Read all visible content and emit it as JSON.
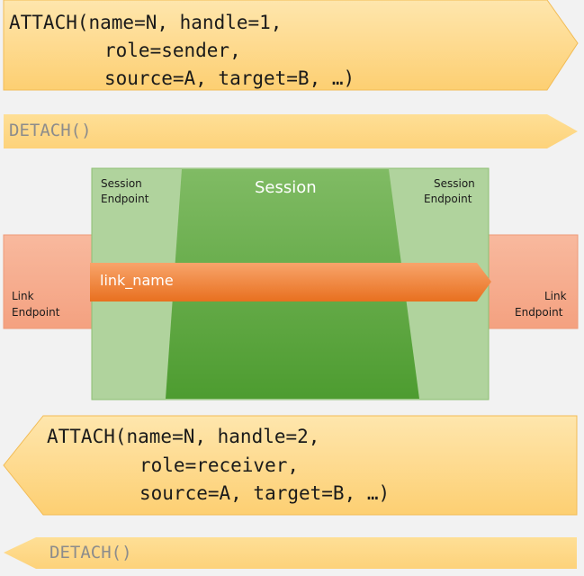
{
  "attach_sender": {
    "line1": "ATTACH(name=N, handle=1,",
    "line2": "role=sender,",
    "line3": "source=A, target=B, …)"
  },
  "detach_top": "DETACH()",
  "session": {
    "title": "Session",
    "endpoint_left": [
      "Session",
      "Endpoint"
    ],
    "endpoint_right": [
      "Session",
      "Endpoint"
    ]
  },
  "link": {
    "name_label": "link_name",
    "endpoint_left": [
      "Link",
      "Endpoint"
    ],
    "endpoint_right": [
      "Link",
      "Endpoint"
    ]
  },
  "attach_receiver": {
    "line1": "ATTACH(name=N, handle=2,",
    "line2": "role=receiver,",
    "line3": "source=A, target=B, …)"
  },
  "detach_bottom": "DETACH()",
  "colors": {
    "arrow_yellow": "#fdd683",
    "arrow_yellow_light": "#fde3a7",
    "arrow_border": "#f6c25c",
    "link_endpoint": "#f6ab8e",
    "session_endpoint": "#b0d39d",
    "session_dark": "#4e9e33",
    "link_arrow": "#ee7b2c"
  }
}
